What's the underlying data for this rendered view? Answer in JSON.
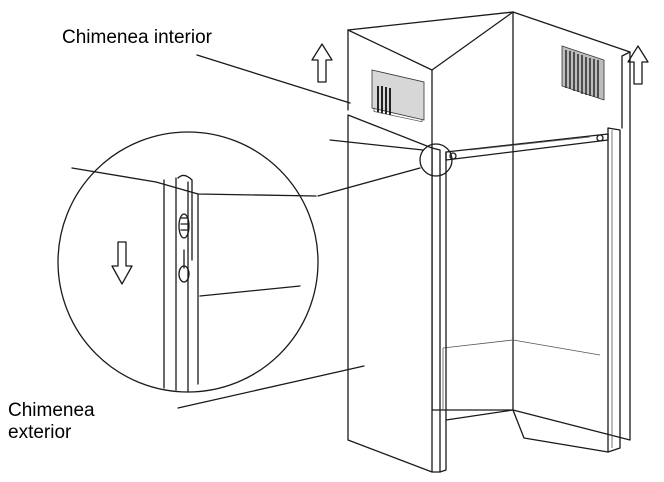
{
  "labels": {
    "inner_chimney": "Chimenea interior",
    "outer_chimney_line1": "Chimenea",
    "outer_chimney_line2": "exterior"
  },
  "icons": [
    "arrow-up-icon",
    "arrow-up-icon",
    "arrow-down-icon"
  ]
}
